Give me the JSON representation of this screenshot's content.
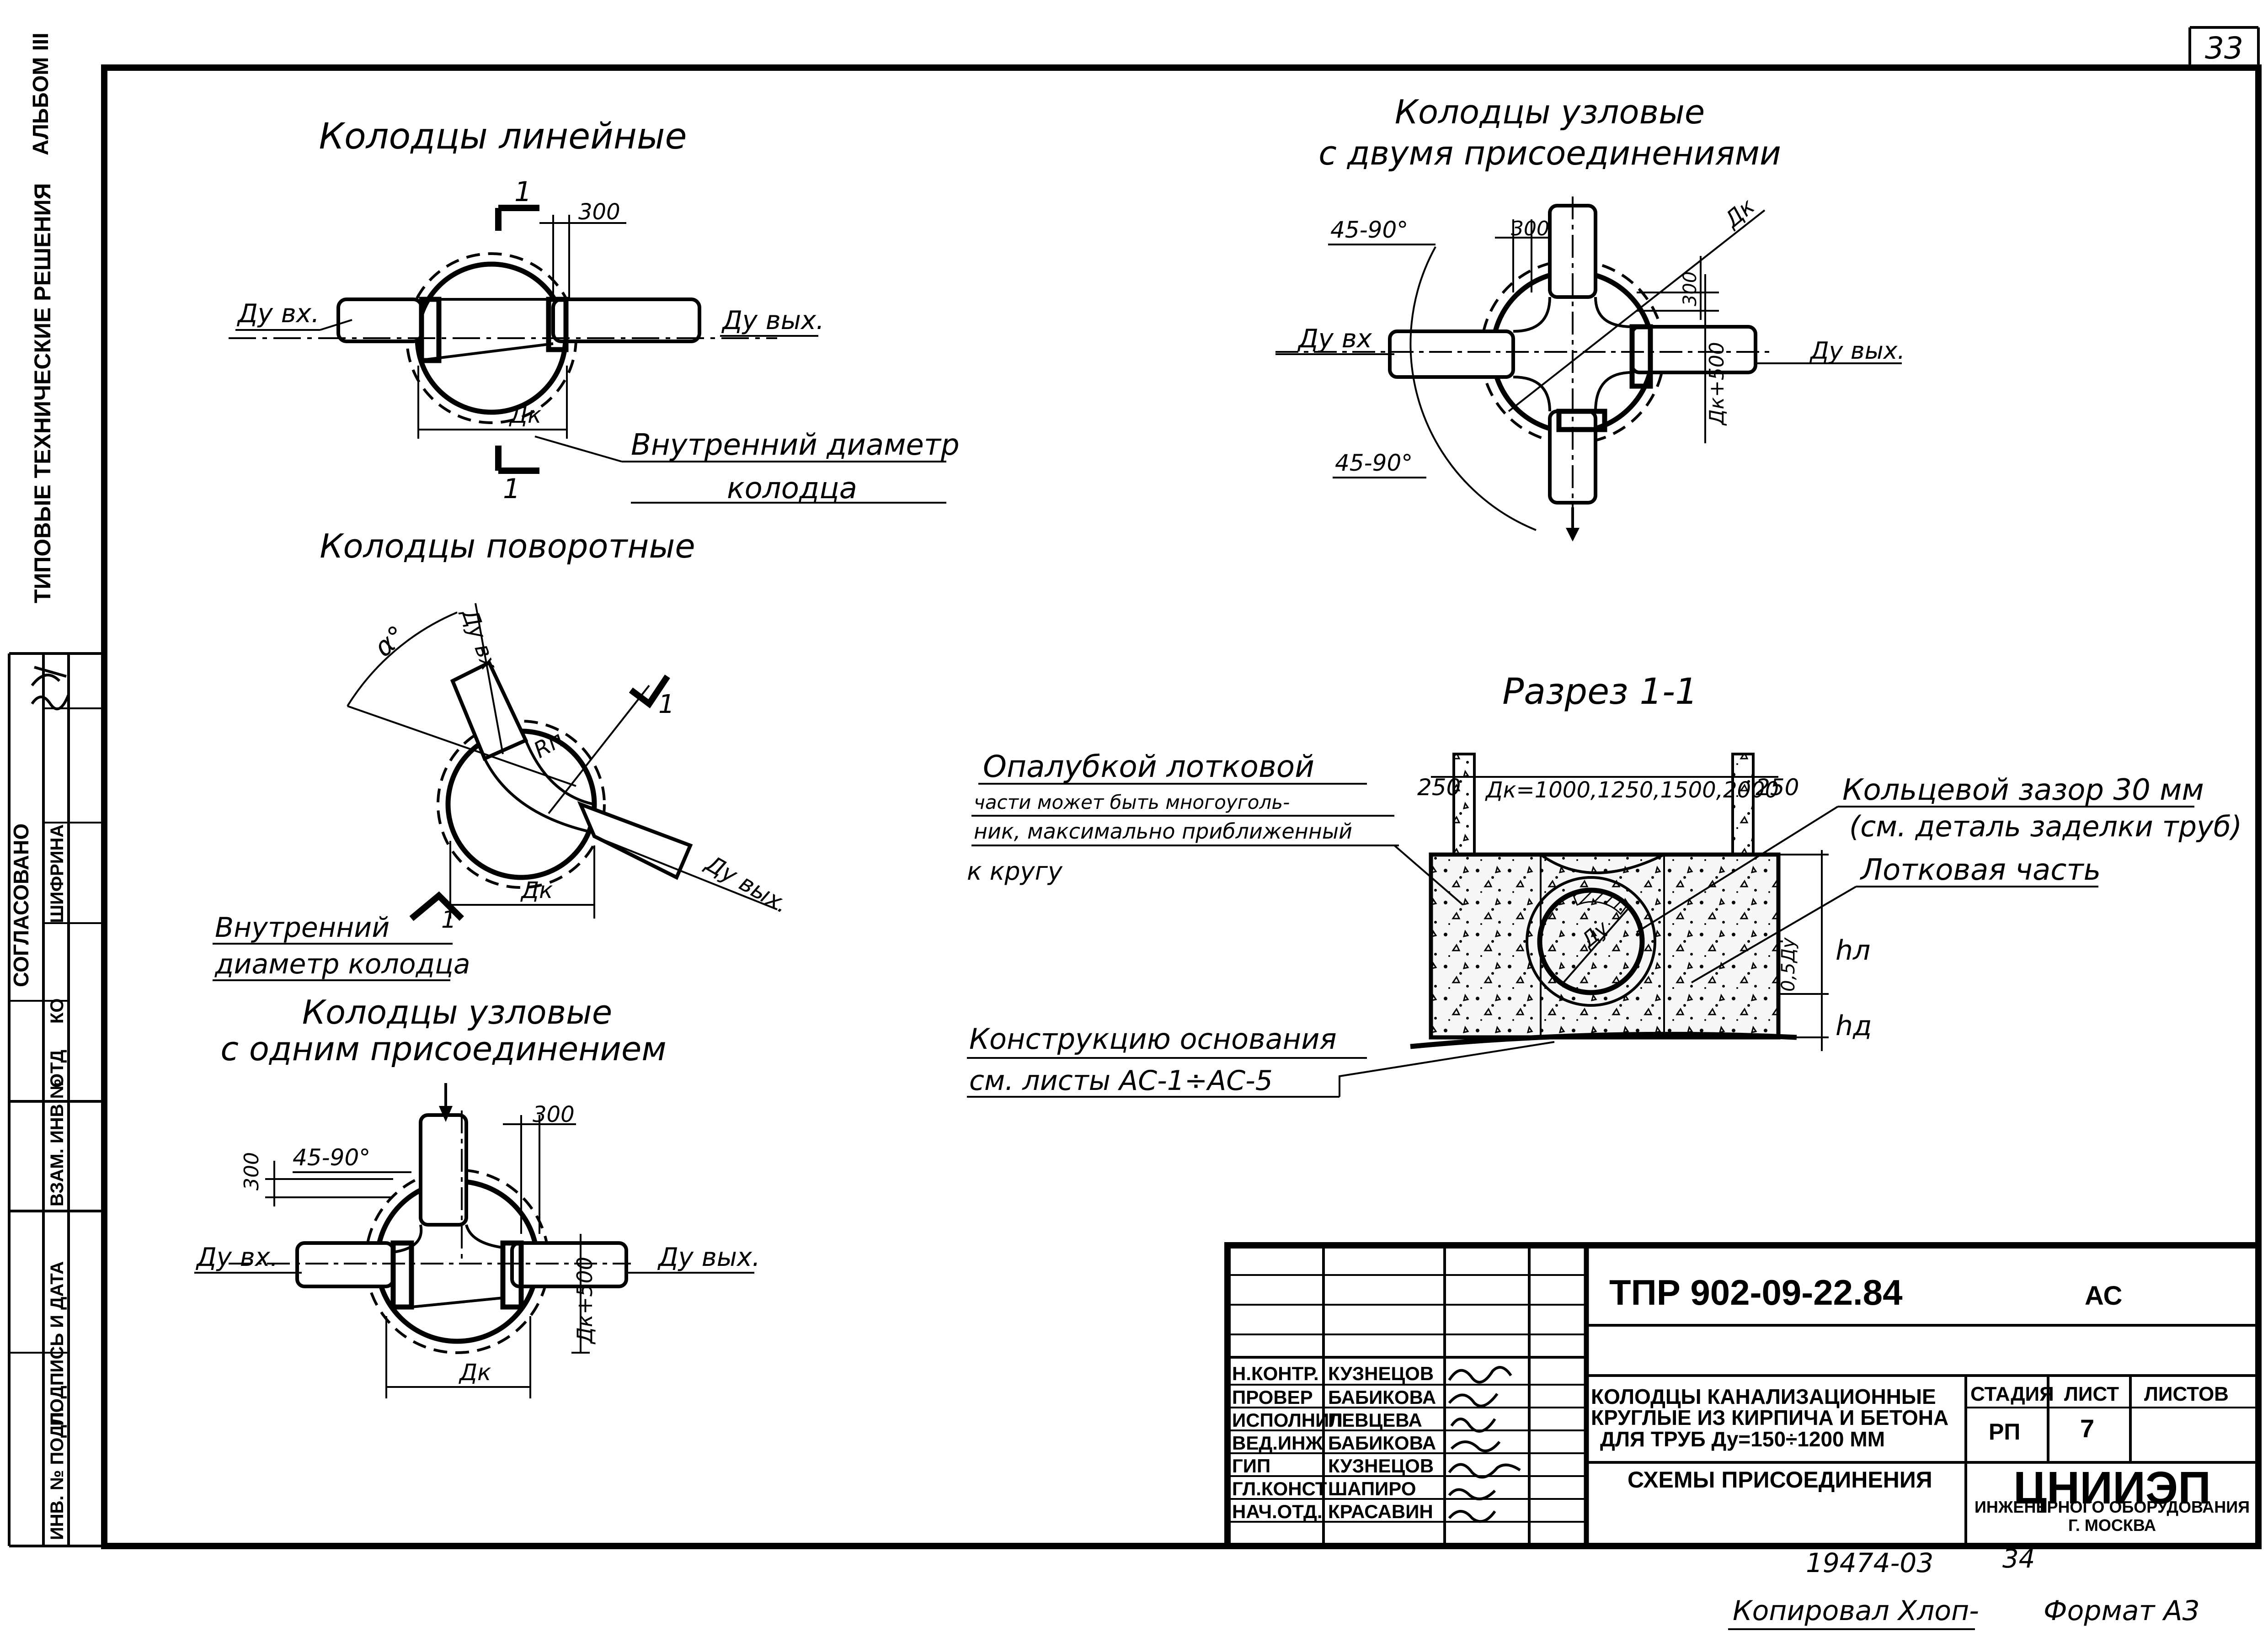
{
  "sheet_number": "33",
  "sidebar": {
    "album": "АЛЬБОМ III",
    "series": "ТИПОВЫЕ ТЕХНИЧЕСКИЕ РЕШЕНИЯ",
    "agreed": "СОГЛАСОВАНО",
    "dept": "ОТД",
    "dept_code": "КО",
    "agreed_name": "ШИФРИНА",
    "col_replace": "ВЗАМ. ИНВ.№",
    "col_sign_date": "ПОДПИСЬ И ДАТА",
    "col_inv": "ИНВ. № ПОДЛ."
  },
  "views": {
    "linear": {
      "title": "Колодцы линейные",
      "section_mark": "1",
      "dim_300": "300",
      "label_in": "Ду вх.",
      "label_out": "Ду вых.",
      "label_dk": "Дк",
      "note_line1": "Внутренний диаметр",
      "note_line2": "колодца"
    },
    "turning": {
      "title": "Колодцы поворотные",
      "alpha": "α°",
      "label_in": "Ду вх",
      "label_rn": "Rп",
      "label_out": "Ду вых.",
      "label_dk": "Дк",
      "section_mark": "1",
      "note_line1": "Внутренний",
      "note_line2": "диаметр колодца"
    },
    "junction_one": {
      "title_line1": "Колодцы узловые",
      "title_line2": "с одним присоединением",
      "dim_300_top": "300",
      "dim_300_left": "300",
      "angle": "45-90°",
      "label_in": "Ду вх.",
      "label_out": "Ду вых.",
      "label_dk": "Дк",
      "label_dk500": "Дк+500"
    },
    "junction_two": {
      "title_line1": "Колодцы узловые",
      "title_line2": "с двумя присоединениями",
      "angle_top": "45-90°",
      "angle_bottom": "45-90°",
      "dim_300_top": "300",
      "dim_300_right": "300",
      "label_dk": "Дк",
      "label_in": "Ду вх",
      "label_out": "Ду вых.",
      "label_dk500": "Дк+500"
    },
    "section": {
      "title": "Разрез 1-1",
      "dim_250_left": "250",
      "dim_250_right": "250",
      "dim_dk": "Дк=1000,1250,1500,2000",
      "note_form_line1": "Опалубкой лотковой",
      "note_form_line2": "части может быть многоуголь-",
      "note_form_line3": "ник, максимально приближенный",
      "note_form_line4": "к кругу",
      "note_gap_line1": "Кольцевой зазор 30 мм",
      "note_gap_line2": "(см. деталь заделки труб)",
      "note_tray": "Лотковая часть",
      "label_du": "Ду",
      "label_hl": "hл",
      "label_hd": "hд",
      "label_half": "0,5Ду",
      "note_base_line1": "Конструкцию основания",
      "note_base_line2": "см. листы АС-1÷АС-5"
    }
  },
  "title_block": {
    "code": "ТПР 902-09-22.84",
    "mark": "АС",
    "staff": [
      {
        "role": "Н.КОНТР.",
        "name": "КУЗНЕЦОВ"
      },
      {
        "role": "ПРОВЕР",
        "name": "БАБИКОВА"
      },
      {
        "role": "ИСПОЛНИЛ",
        "name": "ПЕВЦЕВА"
      },
      {
        "role": "ВЕД.ИНЖ",
        "name": "БАБИКОВА"
      },
      {
        "role": "ГИП",
        "name": "КУЗНЕЦОВ"
      },
      {
        "role": "ГЛ.КОНСТ",
        "name": "ШАПИРО"
      },
      {
        "role": "НАЧ.ОТД.",
        "name": "КРАСАВИН"
      }
    ],
    "desc_line1": "КОЛОДЦЫ КАНАЛИЗАЦИОННЫЕ",
    "desc_line2": "КРУГЛЫЕ ИЗ КИРПИЧА И БЕТОНА",
    "desc_line3": "ДЛЯ ТРУБ Ду=150÷1200 ММ",
    "subject": "СХЕМЫ ПРИСОЕДИНЕНИЯ",
    "stage_hdr": "СТАДИЯ",
    "sheet_hdr": "ЛИСТ",
    "sheets_hdr": "ЛИСТОВ",
    "stage": "РП",
    "sheet": "7",
    "org": "ЦНИИЭП",
    "org_sub1": "ИНЖЕНЕРНОГО ОБОРУДОВАНИЯ",
    "org_sub2": "Г. МОСКВА"
  },
  "footer": {
    "archive_no": "19474-03",
    "page": "34",
    "copied": "Копировал Хлоп-",
    "format": "Формат А3"
  }
}
